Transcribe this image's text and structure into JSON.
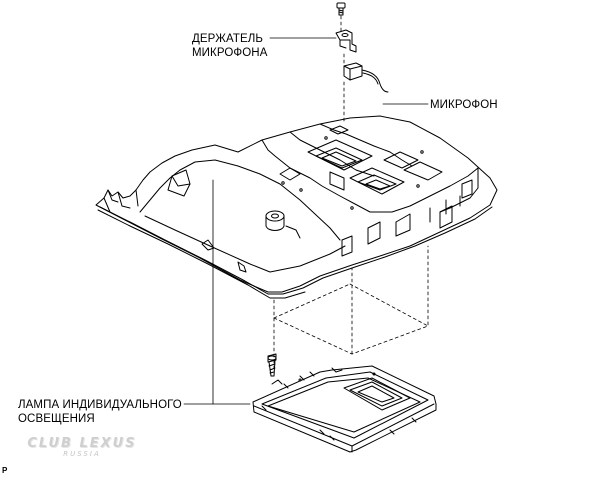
{
  "labels": {
    "holder_line1": "ДЕРЖАТЕЛЬ",
    "holder_line2": "МИКРОФОНА",
    "microphone": "МИКРОФОН",
    "lamp_line1": "ЛАМПА ИНДИВИДУАЛЬНОГО",
    "lamp_line2": "ОСВЕЩЕНИЯ"
  },
  "watermark": {
    "main": "CLUB LEXUS",
    "sub": "RUSSIA"
  },
  "figure_code": "P"
}
